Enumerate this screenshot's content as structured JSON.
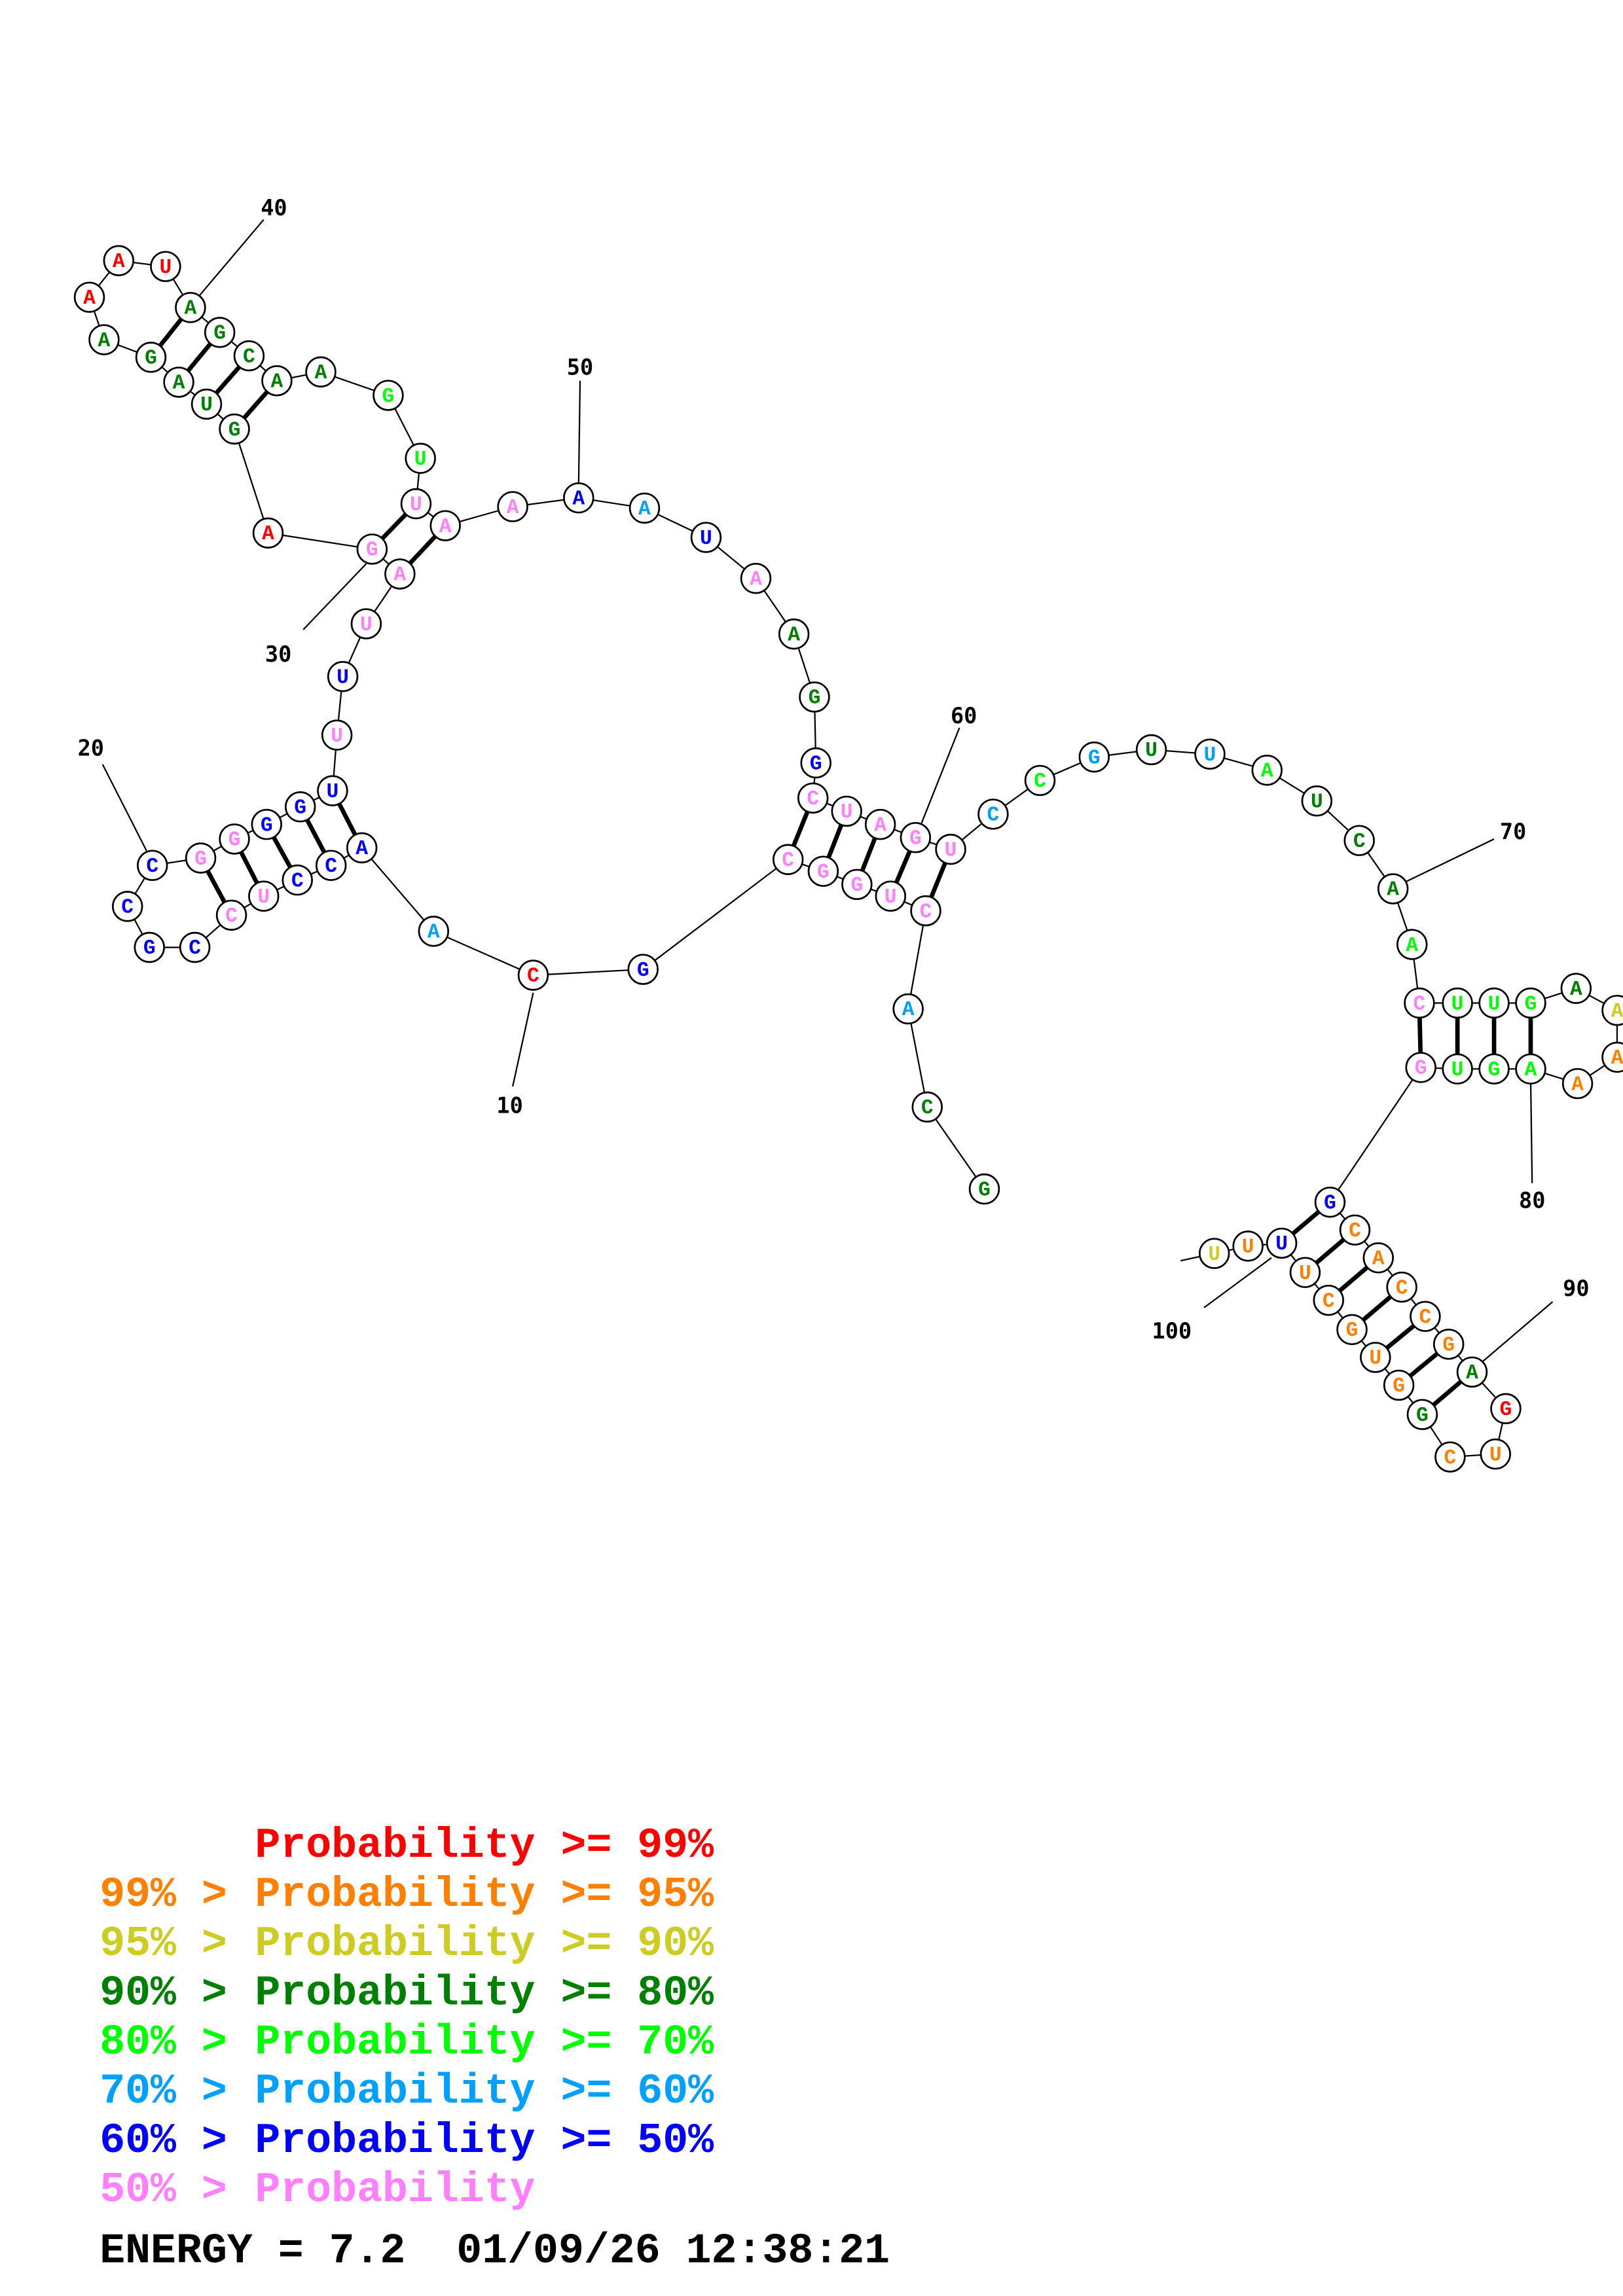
{
  "structure": {
    "sequence": "GCACUGGCGCAACCUCCGCCGGGGUUUUAGAGUAGAAAUAGCAAGUUAAAAUAAGGCUAGUCCGUUAUCAACUUGAAAAAGUGGCACCGAGUCGGUGCUUUU",
    "probability_class": [
      "dg",
      "dg",
      "sb",
      "pk",
      "pk",
      "pk",
      "pk",
      "pk",
      "bl",
      "rd",
      "sb",
      "bl",
      "bl",
      "bl",
      "pk",
      "pk",
      "bl",
      "bl",
      "bl",
      "bl",
      "pk",
      "pk",
      "bl",
      "bl",
      "bl",
      "pk",
      "bl",
      "pk",
      "pk",
      "pk",
      "rd",
      "dg",
      "dg",
      "dg",
      "dg",
      "dg",
      "rd",
      "rd",
      "rd",
      "dg",
      "dg",
      "dg",
      "dg",
      "dg",
      "gr",
      "gr",
      "pk",
      "pk",
      "pk",
      "bl",
      "sb",
      "bl",
      "pk",
      "dg",
      "dg",
      "bl",
      "pk",
      "pk",
      "pk",
      "pk",
      "pk",
      "sb",
      "gr",
      "sb",
      "dg",
      "sb",
      "gr",
      "dg",
      "dg",
      "dg",
      "gr",
      "pk",
      "gr",
      "gr",
      "gr",
      "dg",
      "yl",
      "or",
      "or",
      "gr",
      "gr",
      "gr",
      "pk",
      "bl",
      "or",
      "or",
      "or",
      "or",
      "or",
      "dg",
      "rd",
      "or",
      "or",
      "dg",
      "or",
      "or",
      "or",
      "or",
      "or",
      "bl",
      "or",
      "yl",
      "or"
    ],
    "pairs": [
      [
        4,
        61
      ],
      [
        5,
        60
      ],
      [
        6,
        59
      ],
      [
        7,
        58
      ],
      [
        8,
        57
      ],
      [
        12,
        25
      ],
      [
        13,
        24
      ],
      [
        14,
        23
      ],
      [
        15,
        22
      ],
      [
        16,
        21
      ],
      [
        29,
        48
      ],
      [
        30,
        47
      ],
      [
        32,
        43
      ],
      [
        33,
        42
      ],
      [
        34,
        41
      ],
      [
        35,
        40
      ],
      [
        72,
        83
      ],
      [
        73,
        82
      ],
      [
        74,
        81
      ],
      [
        75,
        80
      ],
      [
        84,
        100
      ],
      [
        85,
        99
      ],
      [
        86,
        98
      ],
      [
        87,
        97
      ],
      [
        88,
        96
      ],
      [
        89,
        95
      ],
      [
        90,
        94
      ]
    ],
    "position_labels": [
      "10",
      "20",
      "30",
      "40",
      "50",
      "60",
      "70",
      "80",
      "90",
      "100"
    ]
  },
  "colors": {
    "rd": "#ff0000",
    "or": "#ff8000",
    "yl": "#cccc22",
    "dg": "#008000",
    "gr": "#00ff00",
    "sb": "#00a0ff",
    "bl": "#0000ff",
    "pk": "#ff80ff"
  },
  "legend": [
    {
      "prefix": "     ",
      "text": "Probability >= 99%",
      "cls": "rd"
    },
    {
      "prefix": "99% > ",
      "text": "Probability >= 95%",
      "cls": "or"
    },
    {
      "prefix": "95% > ",
      "text": "Probability >= 90%",
      "cls": "yl"
    },
    {
      "prefix": "90% > ",
      "text": "Probability >= 80%",
      "cls": "dg"
    },
    {
      "prefix": "80% > ",
      "text": "Probability >= 70%",
      "cls": "gr"
    },
    {
      "prefix": "70% > ",
      "text": "Probability >= 60%",
      "cls": "sb"
    },
    {
      "prefix": "60% > ",
      "text": "Probability >= 50%",
      "cls": "bl"
    },
    {
      "prefix": "50% > ",
      "text": "Probability",
      "cls": "pk"
    }
  ],
  "footer": {
    "energy": "ENERGY = 7.2  01/09/26 12:38:21"
  }
}
